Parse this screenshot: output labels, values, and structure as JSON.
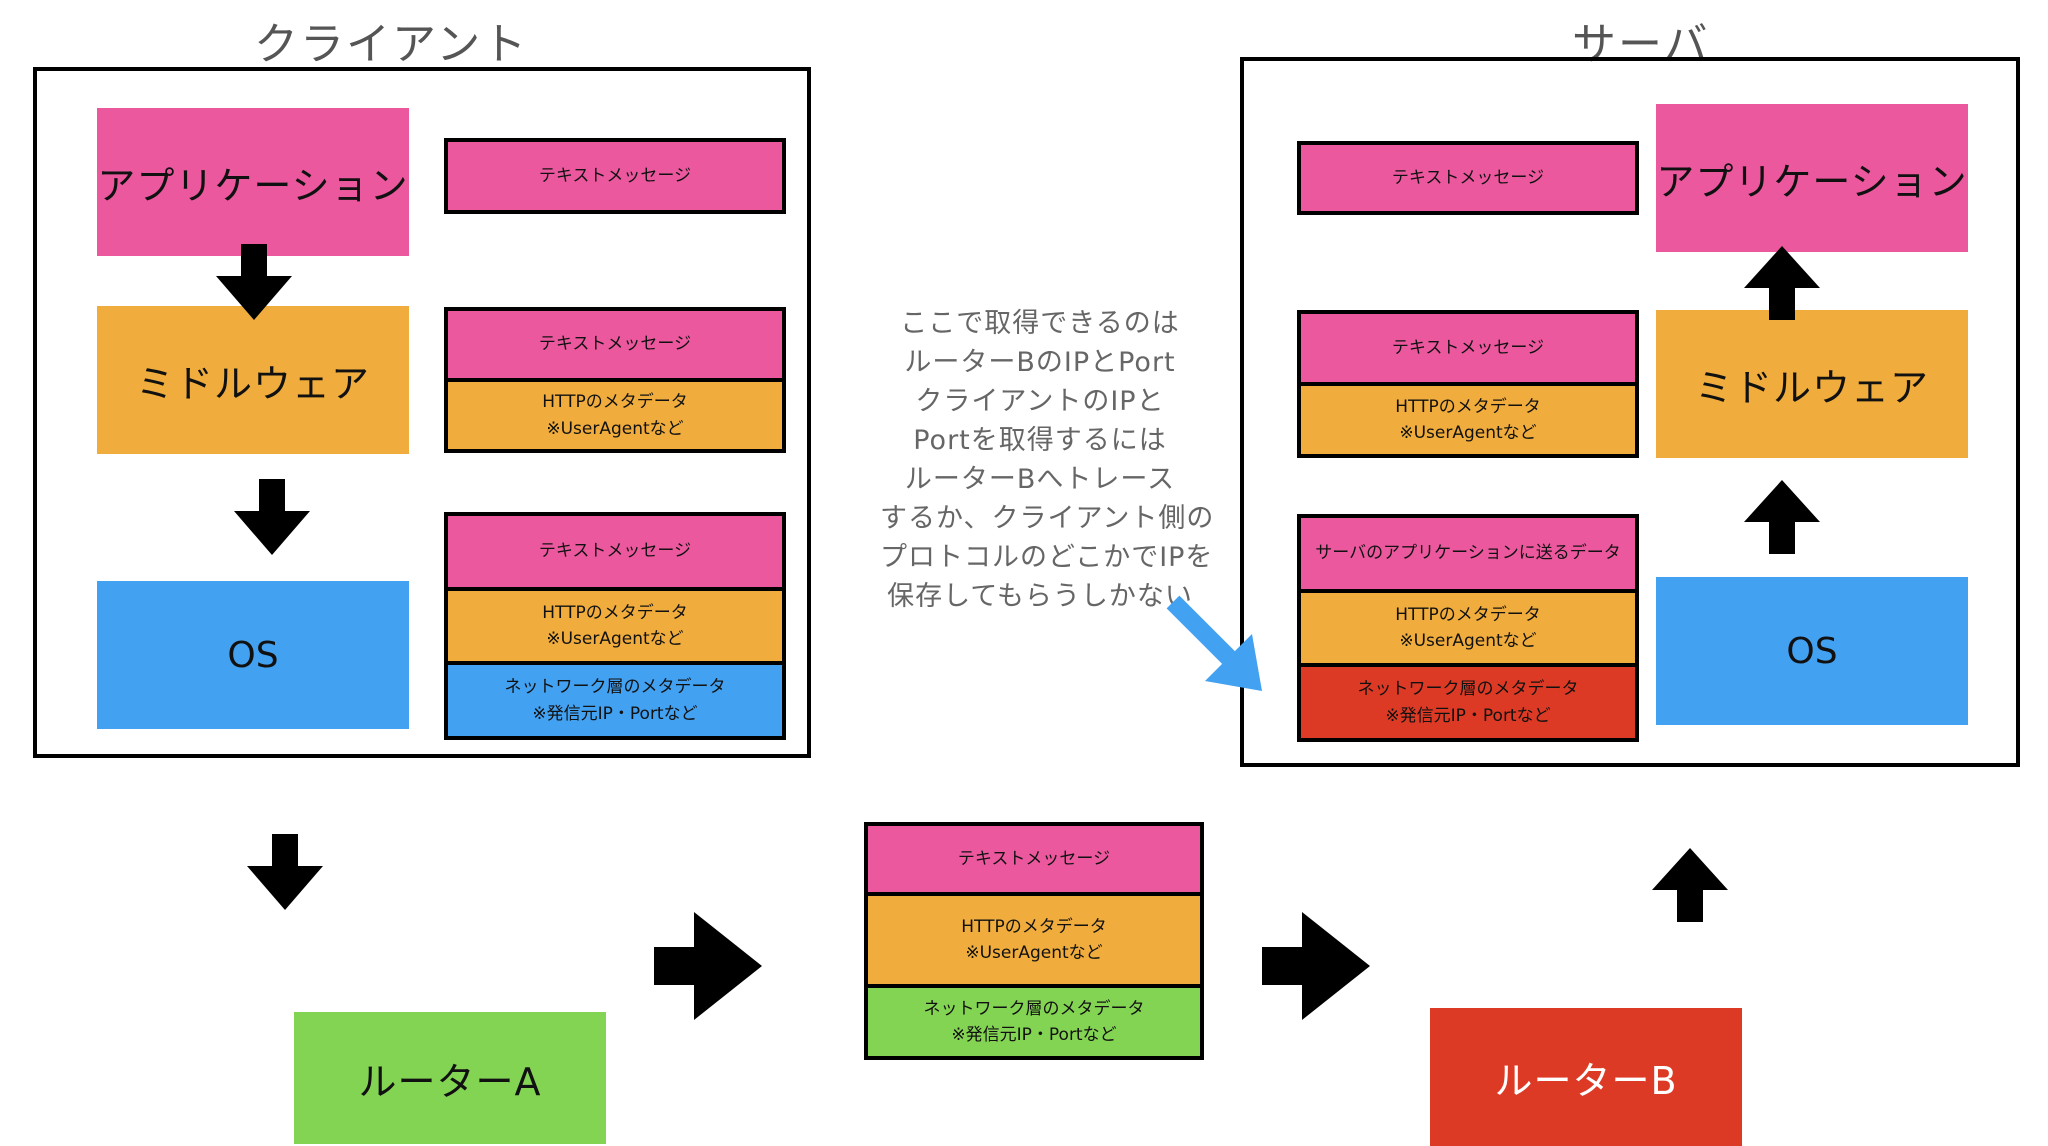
{
  "colors": {
    "application": "#EC589E",
    "middleware": "#F0AD3D",
    "os": "#43A1F2",
    "router_a": "#84D454",
    "router_b": "#DD3A26",
    "network_client": "#43A1F2",
    "network_server": "#DD3A26",
    "network_transit": "#84D454",
    "callout_arrow": "#43A1F2"
  },
  "client": {
    "title": "クライアント",
    "blocks": {
      "application": "アプリケーション",
      "middleware": "ミドルウェア",
      "os": "OS"
    },
    "packets": [
      {
        "text": "テキストメッセージ"
      },
      {
        "text": "テキストメッセージ",
        "http_line1": "HTTPのメタデータ",
        "http_line2": "※UserAgentなど"
      },
      {
        "text": "テキストメッセージ",
        "http_line1": "HTTPのメタデータ",
        "http_line2": "※UserAgentなど",
        "net_line1": "ネットワーク層のメタデータ",
        "net_line2": "※発信元IP・Portなど"
      }
    ]
  },
  "server": {
    "title": "サーバ",
    "blocks": {
      "application": "アプリケーション",
      "middleware": "ミドルウェア",
      "os": "OS"
    },
    "packets": [
      {
        "text": "テキストメッセージ"
      },
      {
        "text": "テキストメッセージ",
        "http_line1": "HTTPのメタデータ",
        "http_line2": "※UserAgentなど"
      },
      {
        "text": "サーバのアプリケーションに送るデータ",
        "http_line1": "HTTPのメタデータ",
        "http_line2": "※UserAgentなど",
        "net_line1": "ネットワーク層のメタデータ",
        "net_line2": "※発信元IP・Portなど"
      }
    ]
  },
  "transit_packet": {
    "text": "テキストメッセージ",
    "http_line1": "HTTPのメタデータ",
    "http_line2": "※UserAgentなど",
    "net_line1": "ネットワーク層のメタデータ",
    "net_line2": "※発信元IP・Portなど"
  },
  "routers": {
    "a": "ルーターA",
    "b": "ルーターB"
  },
  "note_lines": [
    "ここで取得できるのは",
    "ルーターBのIPとPort",
    "クライアントのIPと",
    "Portを取得するには",
    "ルーターBへトレース",
    "するか、クライアント側の",
    "プロトコルのどこかでIPを",
    "保存してもらうしかない"
  ]
}
